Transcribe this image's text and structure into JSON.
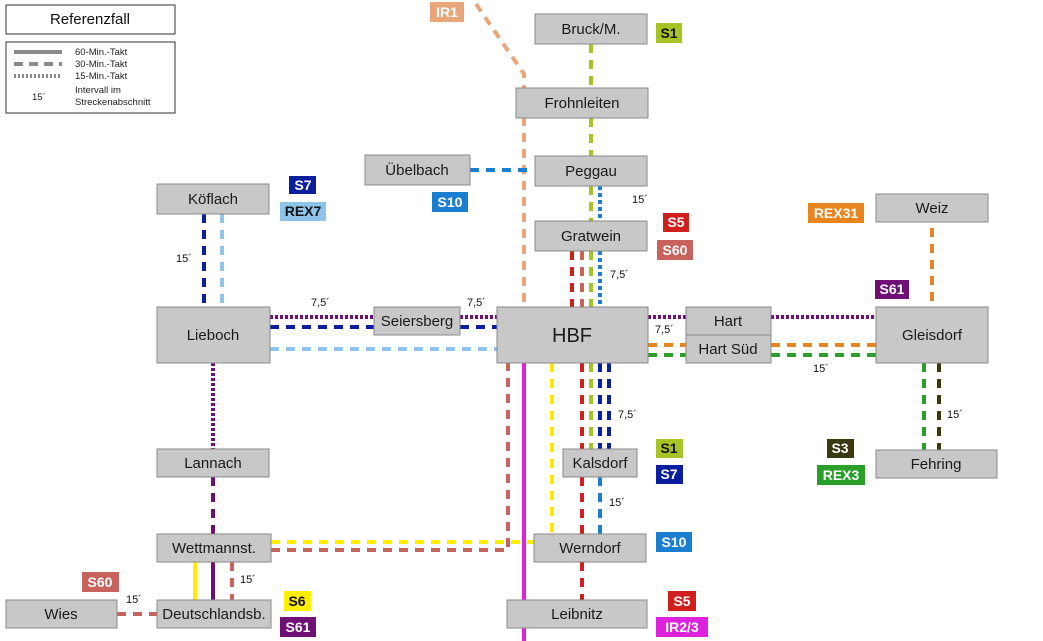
{
  "title": "Referenzfall",
  "legend": {
    "items": [
      {
        "label": "60-Min.-Takt"
      },
      {
        "label": "30-Min.-Takt"
      },
      {
        "label": "15-Min.-Takt"
      }
    ],
    "interval_sample": "15´",
    "interval_label_1": "Intervall im",
    "interval_label_2": "Streckenabschnitt"
  },
  "stations": {
    "bruck": "Bruck/M.",
    "frohnleiten": "Frohnleiten",
    "uebelbach": "Übelbach",
    "peggau": "Peggau",
    "koeflach": "Köflach",
    "gratwein": "Gratwein",
    "weiz": "Weiz",
    "lieboch": "Lieboch",
    "seiersberg": "Seiersberg",
    "hbf": "HBF",
    "hart": "Hart",
    "hartsued": "Hart Süd",
    "gleisdorf": "Gleisdorf",
    "lannach": "Lannach",
    "kalsdorf": "Kalsdorf",
    "fehring": "Fehring",
    "wettmannst": "Wettmannst.",
    "werndorf": "Werndorf",
    "wies": "Wies",
    "deutschlandsb": "Deutschlandsb.",
    "leibnitz": "Leibnitz"
  },
  "lines": {
    "ir1": {
      "label": "IR1",
      "color": "#e8a77a"
    },
    "s1": {
      "label": "S1",
      "color": "#a6c424"
    },
    "s7": {
      "label": "S7",
      "color": "#0a1e9e"
    },
    "rex7": {
      "label": "REX7",
      "color": "#8ec3ea"
    },
    "s10": {
      "label": "S10",
      "color": "#1a7fd0"
    },
    "s5": {
      "label": "S5",
      "color": "#cf1f1f"
    },
    "s60": {
      "label": "S60",
      "color": "#c8625c"
    },
    "rex31": {
      "label": "REX31",
      "color": "#e8851e"
    },
    "s61": {
      "label": "S61",
      "color": "#6e1075"
    },
    "s3": {
      "label": "S3",
      "color": "#3a3a10"
    },
    "rex3": {
      "label": "REX3",
      "color": "#2aa02a"
    },
    "s6": {
      "label": "S6",
      "color": "#ffee00"
    },
    "ir23": {
      "label": "IR2/3",
      "color": "#dd22dd"
    }
  },
  "intervals": {
    "peggau_gratwein": "15´",
    "koeflach_lieboch": "15´",
    "lieboch_seiersberg": "7,5´",
    "seiersberg_hbf": "7,5´",
    "gratwein_hbf": "7,5´",
    "hbf_hart": "7,5´",
    "hart_gleisdorf": "15´",
    "gleisdorf_fehring": "15´",
    "hbf_kalsdorf": "7,5´",
    "kalsdorf_werndorf": "15´",
    "wettmannst_deutschlandsb": "15´",
    "wies_deutschlandsb": "15´"
  }
}
